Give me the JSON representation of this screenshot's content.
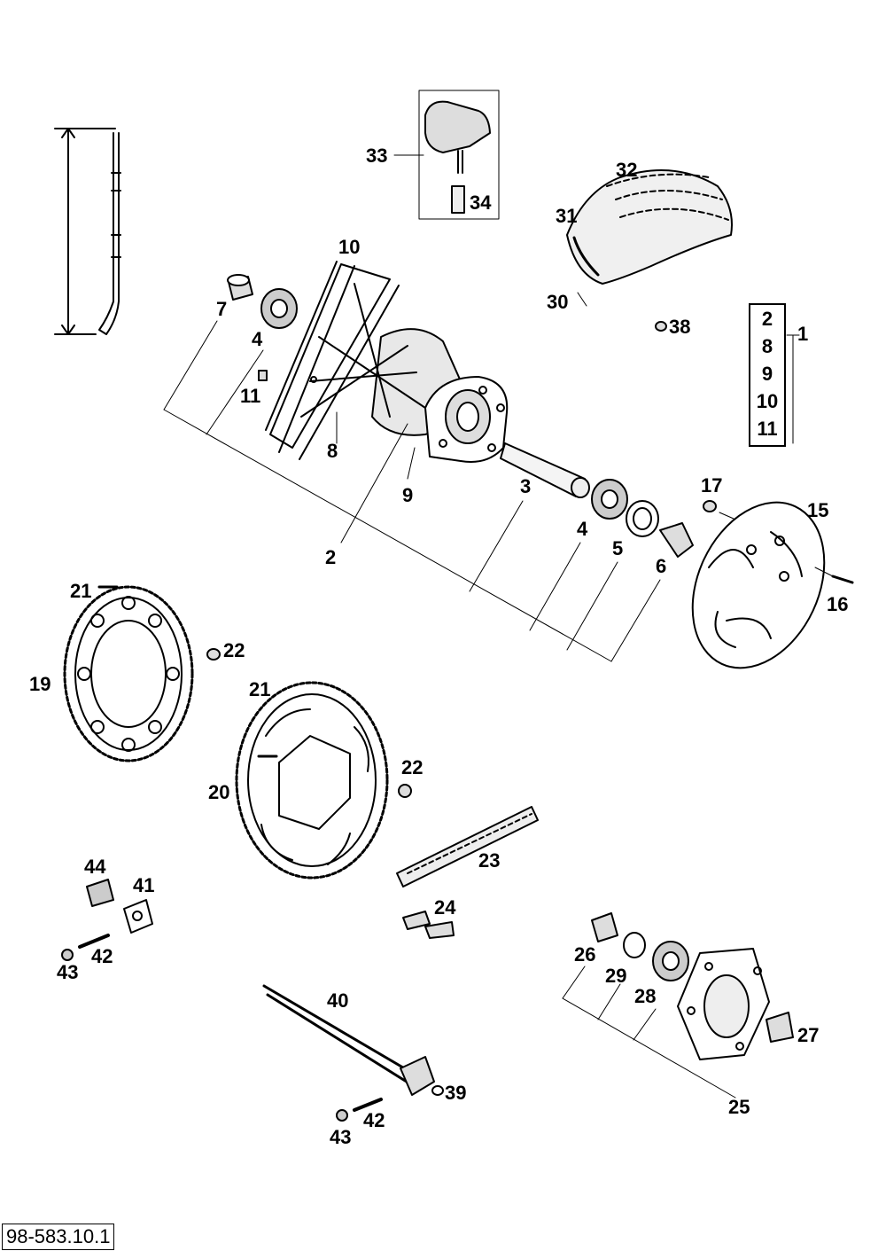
{
  "labels": {
    "l1": "1",
    "l2": "2",
    "l3": "3",
    "l4a": "4",
    "l4b": "4",
    "l5": "5",
    "l6": "6",
    "l7": "7",
    "l8": "8",
    "l9": "9",
    "l10": "10",
    "l11": "11",
    "l15": "15",
    "l16": "16",
    "l17": "17",
    "l19": "19",
    "l20": "20",
    "l21a": "21",
    "l21b": "21",
    "l22a": "22",
    "l22b": "22",
    "l23": "23",
    "l24": "24",
    "l25": "25",
    "l26": "26",
    "l27": "27",
    "l28": "28",
    "l29": "29",
    "l30": "30",
    "l31": "31",
    "l32": "32",
    "l33": "33",
    "l34": "34",
    "l38": "38",
    "l39": "39",
    "l40": "40",
    "l41": "41",
    "l42a": "42",
    "l42b": "42",
    "l43a": "43",
    "l43b": "43",
    "l44": "44"
  },
  "legend_box": [
    "2",
    "8",
    "9",
    "10",
    "11"
  ],
  "doc_number": "98-583.10.1"
}
